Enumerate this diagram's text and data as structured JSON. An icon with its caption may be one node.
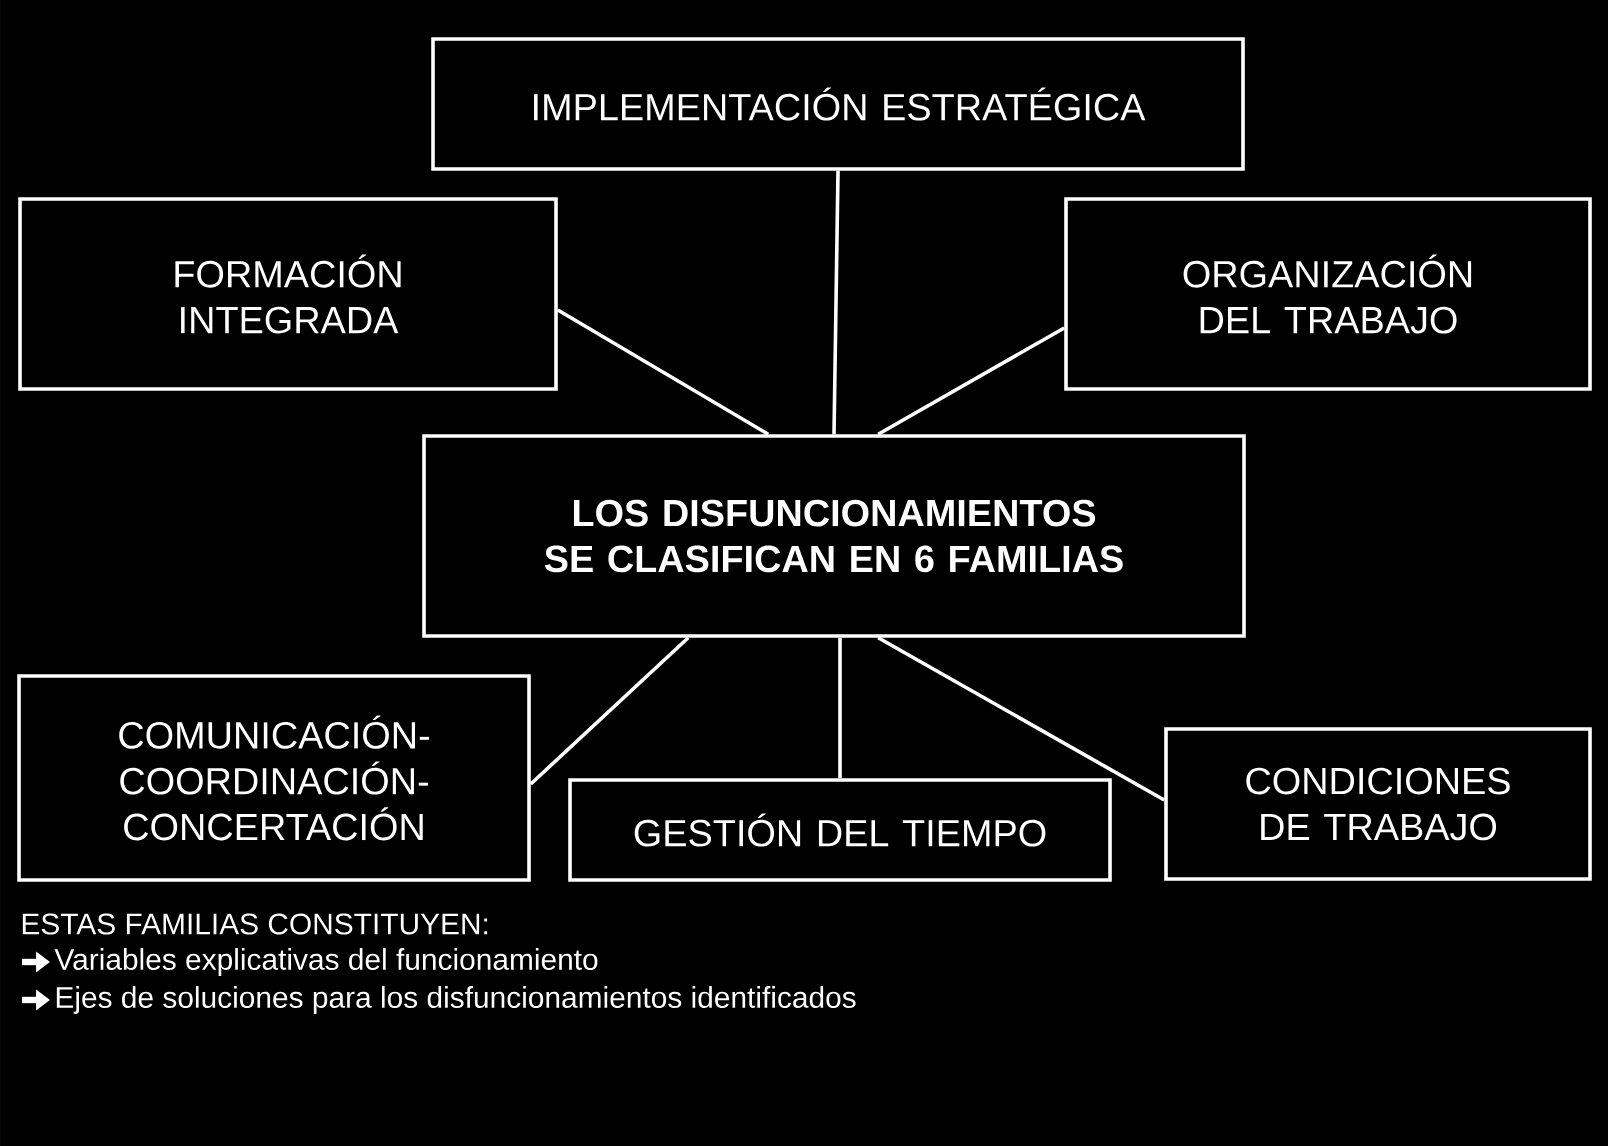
{
  "diagram": {
    "nodes": [
      {
        "text": [
          "IMPLEMENTACIÓN ESTRATÉGICA"
        ]
      },
      {
        "text": [
          "FORMACIÓN INTEGRADA"
        ]
      },
      {
        "text": [
          "ORGANIZACIÓN DEL TRABAJO"
        ]
      },
      {
        "text": [
          "LOS DISFUNCIONAMIENTOS SE CLASIFICAN EN 6 FAMILIAS"
        ]
      },
      {
        "text": [
          "COMUNICACIÓN-COORDINACIÓN-CONCERTACIÓN"
        ]
      },
      {
        "text": [
          "GESTIÓN DEL TIEMPO"
        ]
      },
      {
        "text": [
          "CONDICIONES DE TRABAJO"
        ]
      }
    ],
    "edges": [
      {
        "from": 3,
        "to": 0,
        "arrow": "none"
      },
      {
        "from": 3,
        "to": 1,
        "arrow": "none"
      },
      {
        "from": 3,
        "to": 2,
        "arrow": "none"
      },
      {
        "from": 3,
        "to": 4,
        "arrow": "none"
      },
      {
        "from": 3,
        "to": 5,
        "arrow": "none"
      },
      {
        "from": 3,
        "to": 6,
        "arrow": "none"
      }
    ],
    "labels": [
      "ESTAS FAMILIAS CONSTITUYEN:",
      "Variables explicativas del funcionamiento",
      "Ejes de soluciones para los disfuncionamientos identificados"
    ]
  }
}
